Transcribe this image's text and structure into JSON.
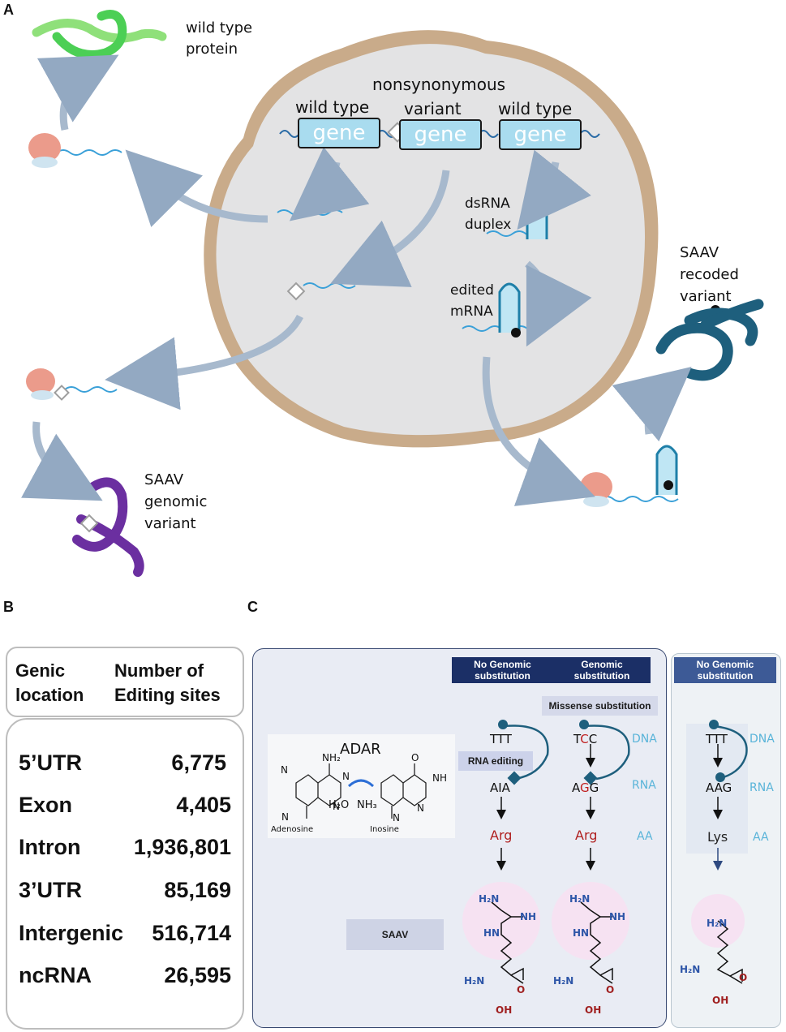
{
  "panel_a": {
    "letter": "A",
    "wild_type_protein": [
      "wild type",
      "protein"
    ],
    "gene_labels": [
      "wild type",
      "nonsynonymous",
      "variant",
      "wild type"
    ],
    "gene_text": "gene",
    "dsrna": [
      "dsRNA",
      "duplex"
    ],
    "edited": [
      "edited",
      "mRNA"
    ],
    "saav_recoded": [
      "SAAV",
      "recoded",
      "variant"
    ],
    "saav_genomic": [
      "SAAV",
      "genomic",
      "variant"
    ],
    "colors": {
      "nucleus_fill": "#e3e3e4",
      "nucleus_envelope": "#c9ab8a",
      "gene_box": "#a9dcef",
      "wt_protein": "#4ccf55",
      "recoded_protein": "#1e5f7d",
      "genomic_protein": "#6b2fa0",
      "ribosome": "#eb9b8b",
      "mrna": "#3aa0d8",
      "arrow": "#a7b9cd"
    }
  },
  "panel_b": {
    "letter": "B",
    "header": {
      "col1": [
        "Genic",
        "location"
      ],
      "col2": [
        "Number of",
        "Editing sites"
      ]
    },
    "rows": [
      {
        "location": "5’UTR",
        "sites": "6,775"
      },
      {
        "location": "Exon",
        "sites": "4,405"
      },
      {
        "location": "Intron",
        "sites": "1,936,801"
      },
      {
        "location": "3’UTR",
        "sites": "85,169"
      },
      {
        "location": "Intergenic",
        "sites": "516,714"
      },
      {
        "location": "ncRNA",
        "sites": "26,595"
      }
    ]
  },
  "panel_c": {
    "letter": "C",
    "headers": {
      "no_genomic": [
        "No Genomic",
        "substitution"
      ],
      "genomic": [
        "Genomic",
        "substitution"
      ],
      "side_no_genomic": [
        "No Genomic",
        "substitution"
      ]
    },
    "missense": "Missense substitution",
    "adar": {
      "title": "ADAR",
      "nh2": "NH₂",
      "n": "N",
      "nh": "NH",
      "o": "O",
      "h2o": "H₂O",
      "nh3": "NH₃",
      "adenosine": "Adenosine",
      "inosine": "Inosine"
    },
    "rna_editing": "RNA editing",
    "saav": "SAAV",
    "levels": [
      "DNA",
      "RNA",
      "AA"
    ],
    "col_editing": {
      "dna": "TTT",
      "rna": "AIA",
      "aa": "Arg"
    },
    "col_genomic": {
      "dna_pre": "T",
      "dna_mut": "C",
      "dna_post": "C",
      "rna_pre": "A",
      "rna_mut": "G",
      "rna_post": "G",
      "aa": "Arg"
    },
    "col_side": {
      "dna": "TTT",
      "rna": "AAG",
      "aa": "Lys"
    },
    "arg_struct": {
      "h2n_top": "H₂N",
      "nh": "NH",
      "hn": "HN",
      "h2n_bottom": "H₂N",
      "o": "O",
      "oh": "OH"
    },
    "lys_struct": {
      "h2n_top": "H₂N",
      "h2n_bottom": "H₂N",
      "o": "O",
      "oh": "OH"
    }
  }
}
